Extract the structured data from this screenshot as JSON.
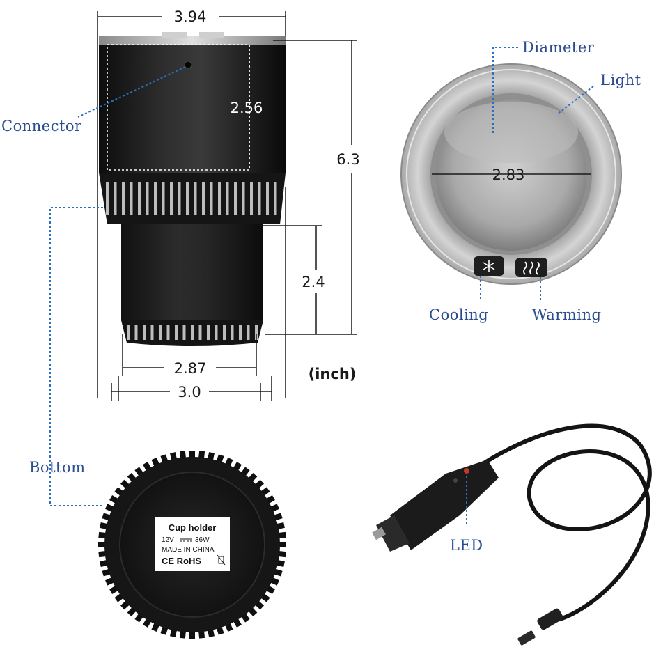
{
  "dimensions": {
    "top_width": "3.94",
    "upper_height": "2.56",
    "total_height": "6.3",
    "base_height": "2.4",
    "base_width": "2.87",
    "bottom_width": "3.0",
    "inner_diameter": "2.83",
    "unit": "(inch)"
  },
  "callouts": {
    "connector": "Connector",
    "diameter": "Diameter",
    "light": "Light",
    "cooling": "Cooling",
    "warming": "Warming",
    "bottom": "Bottom",
    "led": "LED"
  },
  "label_sticker": {
    "title": "Cup holder",
    "voltage": "12V",
    "power": "36W",
    "origin": "MADE IN CHINA",
    "cert": "CE RoHS"
  },
  "colors": {
    "callout_line": "#2a6fbf",
    "callout_text": "#2a4d8f",
    "body": "#1c1c1c",
    "rim": "#b8b8b8"
  },
  "icons": [
    "snowflake-icon",
    "heat-waves-icon"
  ]
}
